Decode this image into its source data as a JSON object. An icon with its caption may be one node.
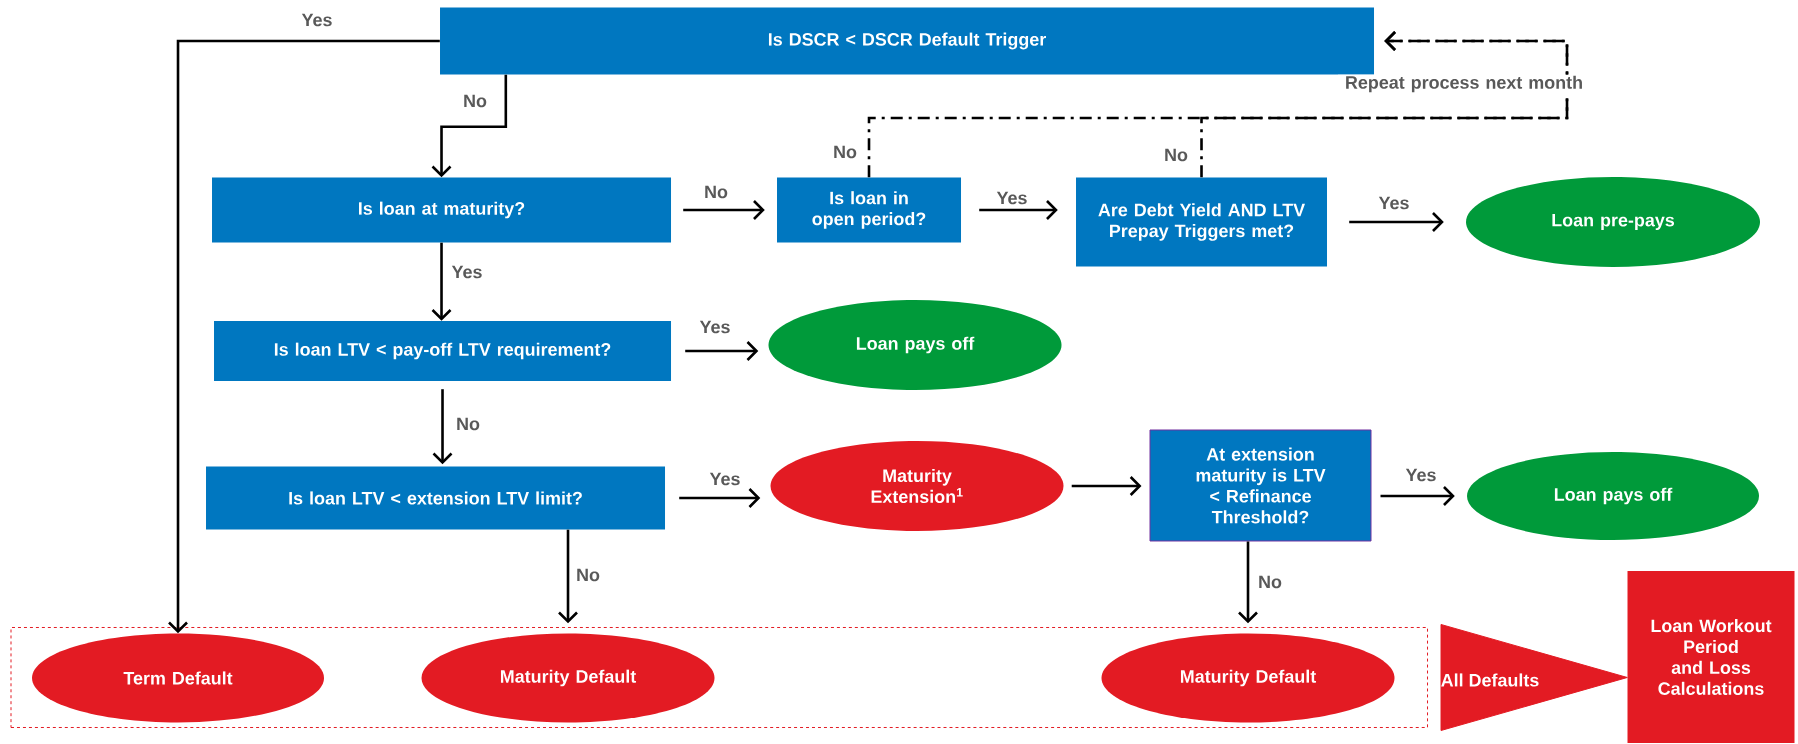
{
  "diagram": {
    "nodes": [
      {
        "text": [
          "Is DSCR < DSCR Default Trigger"
        ]
      },
      {
        "text": [
          "Is loan at maturity?"
        ]
      },
      {
        "text": [
          "Is loan in open period?"
        ]
      },
      {
        "text": [
          "Are Debt Yield AND LTV Prepay Triggers met?"
        ]
      },
      {
        "text": [
          "Loan pre-pays"
        ]
      },
      {
        "text": [
          "Is loan LTV < pay-off LTV requirement?"
        ]
      },
      {
        "text": [
          "Loan pays off"
        ]
      },
      {
        "text": [
          "Is loan LTV < extension LTV limit?"
        ]
      },
      {
        "text": [
          "Maturity Extension$^{1}$"
        ]
      },
      {
        "text": [
          "At extension maturity is LTV < Refinance Threshold?"
        ]
      },
      {
        "text": [
          "Loan pays off"
        ]
      },
      {
        "text": [],
        "shape": "box"
      },
      {
        "text": [
          "Term Default"
        ],
        "in": 11
      },
      {
        "text": [
          "Maturity Default"
        ],
        "in": 11
      },
      {
        "text": [
          "Maturity Default"
        ],
        "in": 11
      },
      {
        "text": [
          "Loan Workout Period and Loss Calculations"
        ]
      }
    ],
    "edges": [
      {
        "from": 0,
        "to": 12,
        "arrow": "to",
        "label": "Yes"
      },
      {
        "from": 0,
        "to": 1,
        "arrow": "to",
        "label": "No"
      },
      {
        "from": 1,
        "to": 2,
        "arrow": "to",
        "label": "No"
      },
      {
        "from": 2,
        "to": 3,
        "arrow": "to",
        "label": "Yes"
      },
      {
        "from": 3,
        "to": 4,
        "arrow": "to",
        "label": "Yes"
      },
      {
        "from": 1,
        "to": 5,
        "arrow": "to",
        "label": "Yes"
      },
      {
        "from": 5,
        "to": 6,
        "arrow": "to",
        "label": "Yes"
      },
      {
        "from": 5,
        "to": 7,
        "arrow": "to",
        "label": "No"
      },
      {
        "from": 7,
        "to": 8,
        "arrow": "to",
        "label": "Yes"
      },
      {
        "from": 8,
        "to": 9,
        "arrow": "to"
      },
      {
        "from": 9,
        "to": 10,
        "arrow": "to",
        "label": "Yes"
      },
      {
        "from": 7,
        "to": 13,
        "arrow": "to",
        "label": "No"
      },
      {
        "from": 9,
        "to": 14,
        "arrow": "to",
        "label": "No"
      },
      {
        "from": 2,
        "to": 0,
        "arrow": "to",
        "label": "No",
        "style": "dashed"
      },
      {
        "from": 3,
        "to": 0,
        "arrow": "to",
        "label": "No",
        "style": "dashed"
      },
      {
        "from": 11,
        "to": 15,
        "arrow": "to",
        "label": "All Defaults",
        "style": "thick",
        "color": "#e31b23"
      }
    ],
    "labels": [
      "Repeat process next month"
    ]
  }
}
